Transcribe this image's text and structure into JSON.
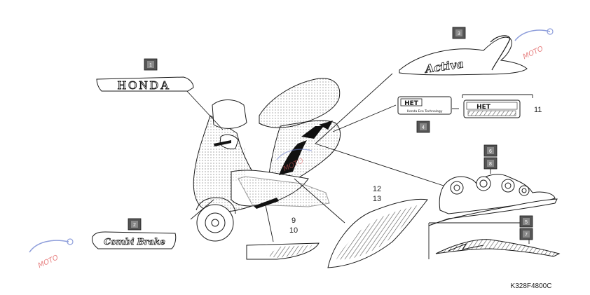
{
  "diagram_code": "K328F4800C",
  "callouts": {
    "c1": "1",
    "c2": "2",
    "c3": "3",
    "c4": "4",
    "c5": "5",
    "c6": "6",
    "c7": "7",
    "c8": "8",
    "c9": "9",
    "c10": "10",
    "c11": "11",
    "c12": "12",
    "c13": "13"
  },
  "decals": {
    "honda": "HONDA",
    "combi_brake": "Combi Brake",
    "activa": "Activa",
    "het": "HET",
    "het_subtitle": "Honda Eco Technology"
  },
  "watermark": {
    "text": "MOTO"
  },
  "colors": {
    "line": "#1a1a1a",
    "box_fill": "#555555",
    "watermark_red": "#e05a5a",
    "watermark_blue": "#6a7fd0"
  }
}
